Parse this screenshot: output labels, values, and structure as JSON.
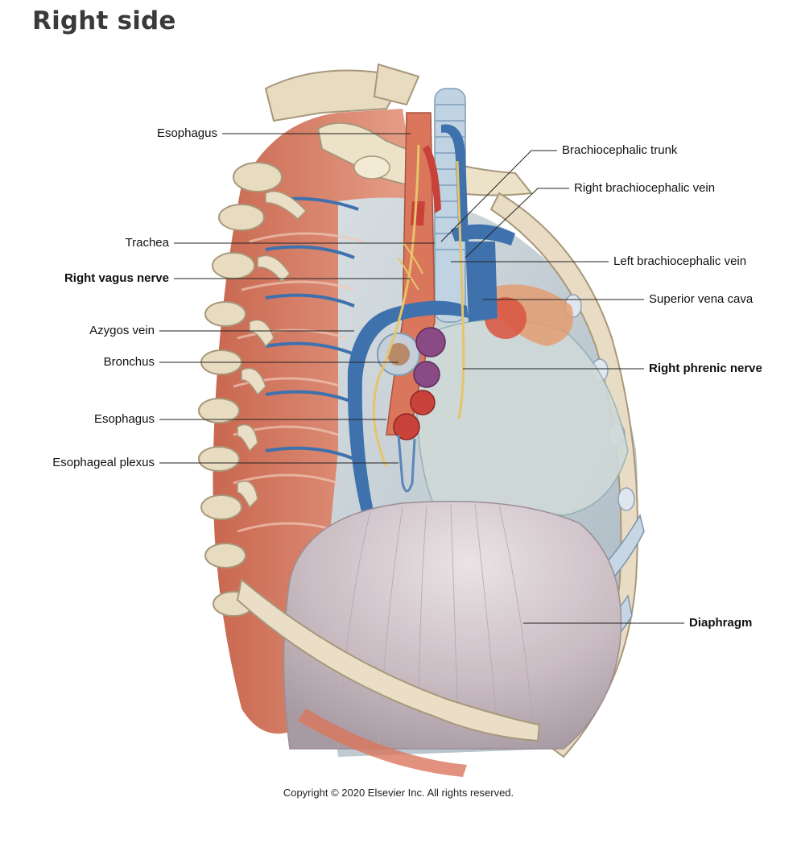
{
  "title": "Right side",
  "labels": {
    "esophagus_top": "Esophagus",
    "trachea": "Trachea",
    "right_vagus_nerve": "Right vagus nerve",
    "azygos_vein": "Azygos vein",
    "bronchus": "Bronchus",
    "esophagus_mid": "Esophagus",
    "esophageal_plexus": "Esophageal plexus",
    "brachiocephalic_trunk": "Brachiocephalic trunk",
    "right_brachiocephalic_vein": "Right brachiocephalic vein",
    "left_brachiocephalic_vein": "Left brachiocephalic vein",
    "superior_vena_cava": "Superior vena cava",
    "right_phrenic_nerve": "Right phrenic nerve",
    "diaphragm": "Diaphragm"
  },
  "copyright": "Copyright © 2020 Elsevier Inc. All rights reserved.",
  "colors": {
    "muscle": "#d9806a",
    "bone": "#e8dcc0",
    "vein": "#3f72ad",
    "artery": "#c9423a",
    "nerve": "#e6c46a",
    "lung_cavity": "#b9c7cf",
    "diaphragm": "#c9bcc0"
  }
}
